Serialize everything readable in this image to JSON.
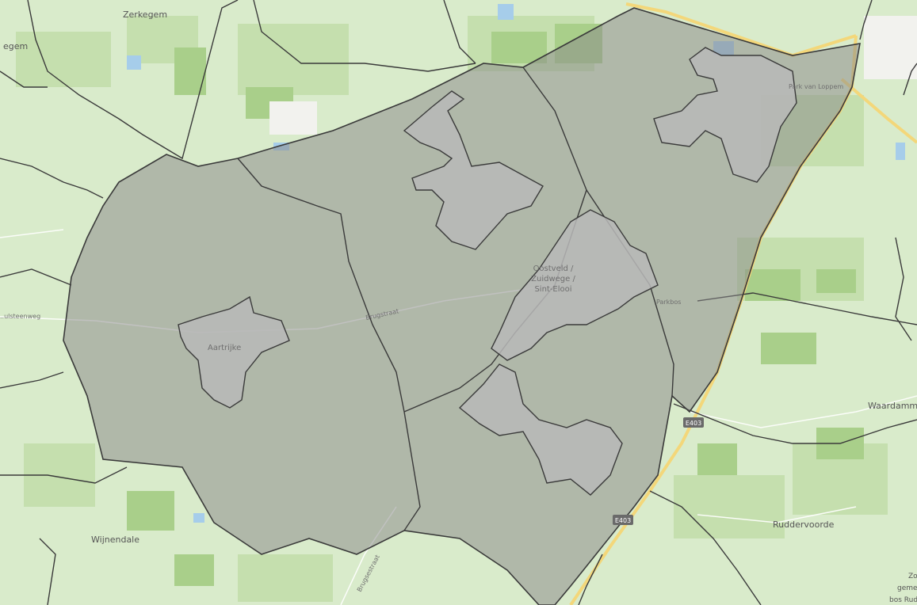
{
  "map": {
    "colors": {
      "land": "#d9ebcb",
      "field": "#c5dfae",
      "forest": "#a9cf8a",
      "water": "#a6cdea",
      "road_major": "#f3d77a",
      "region_fill": "#8a8a8a",
      "region_stroke": "#3a3a3a"
    },
    "places": {
      "zerkegem": "Zerkegem",
      "egem": "egem",
      "park_van_loppem": "Park van Loppem",
      "oostveld": "Oostveld / Zuidwege / Sint-Elooi",
      "oostveld_line1": "Oostveld /",
      "oostveld_line2": "Zuidwege /",
      "oostveld_line3": "Sint-Elooi",
      "aartrijke": "Aartrijke",
      "wijnendale": "Wijnendale",
      "ruddervoorde": "Ruddervoorde",
      "waardamme": "Waardamme",
      "parkbos": "Parkbos",
      "steenweg": "..ulsteenweg",
      "brugstraat": "Brugstraat",
      "brugsestraat": "Brugsestraat",
      "zomergem_line1": "Zon",
      "zomergem_line2": "gemee",
      "zomergem_line3": "bos Rudd"
    },
    "road_shields": {
      "e403_upper": "E403",
      "e403_lower": "E403"
    }
  }
}
